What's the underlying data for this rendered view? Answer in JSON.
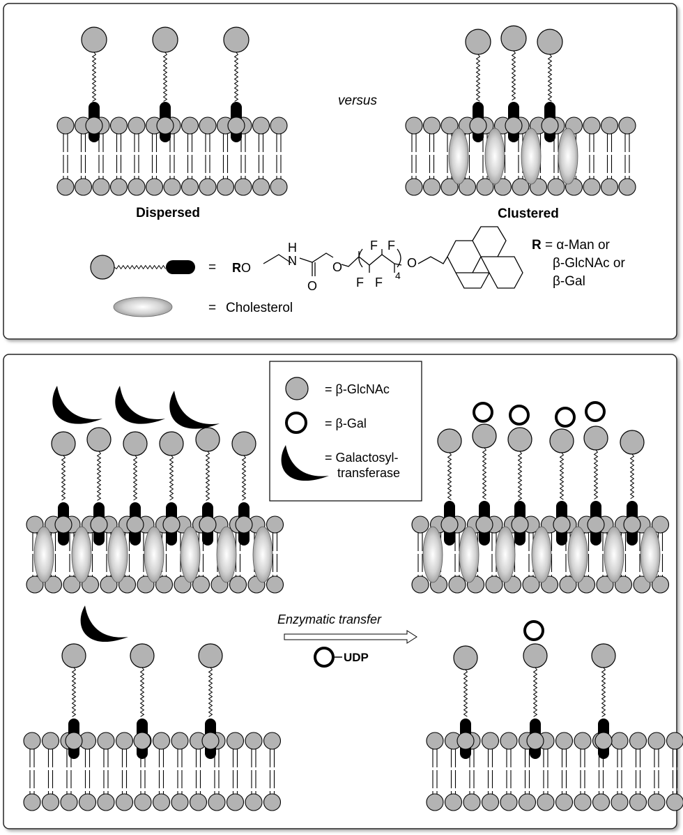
{
  "top_panel": {
    "versus": "versus",
    "dispersed_label": "Dispersed",
    "clustered_label": "Clustered",
    "legend": {
      "equals_1": "=",
      "equals_2": "=",
      "cholesterol": "Cholesterol",
      "r_def_bold": "R",
      "r_def_1": " = α-Man or",
      "r_def_2": "β-GlcNAc or",
      "r_def_3": "β-Gal"
    },
    "structure": {
      "R": "R",
      "O1": "O",
      "H": "H",
      "N": "N",
      "O_carbonyl": "O",
      "O2": "O",
      "F1": "F",
      "F2": "F",
      "F3": "F",
      "F4": "F",
      "subscript": "4",
      "O3": "O"
    }
  },
  "bottom_panel": {
    "legend": {
      "glcnac": "= β-GlcNAc",
      "gal": "= β-Gal",
      "galt_1": "= Galactosyl-",
      "galt_2": "transferase"
    },
    "arrow_label": "Enzymatic transfer",
    "udp": "UDP"
  },
  "colors": {
    "headgroup": "#b3b3b3",
    "anchor": "#000000",
    "frame": "#333333",
    "background": "#ffffff"
  }
}
